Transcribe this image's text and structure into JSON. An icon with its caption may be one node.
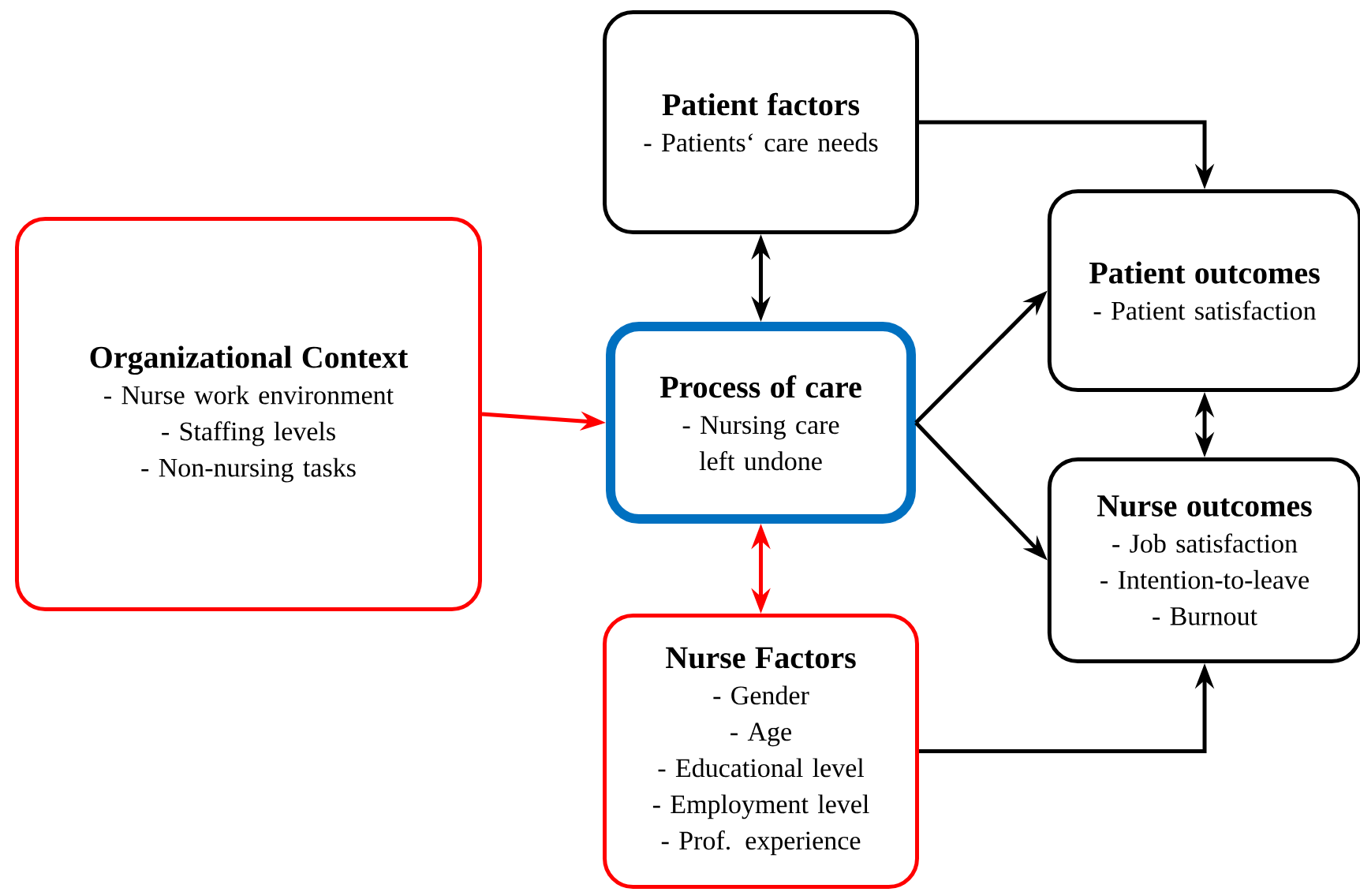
{
  "diagram": {
    "nodes": [
      {
        "text": [
          "Patient factors",
          "- Patients‘ care needs"
        ]
      },
      {
        "text": [
          "Organizational Context",
          "- Nurse work environment",
          "- Staffing levels",
          "- Non-nursing tasks"
        ]
      },
      {
        "text": [
          "Process of care",
          "- Nursing care left undone"
        ]
      },
      {
        "text": [
          "Patient outcomes",
          "- Patient satisfaction"
        ]
      },
      {
        "text": [
          "Nurse outcomes",
          "- Job satisfaction",
          "- Intention-to-leave",
          "- Burnout"
        ]
      },
      {
        "text": [
          "Nurse Factors",
          "- Gender",
          "- Age",
          "- Educational level",
          "- Employment level",
          "- Prof. experience"
        ]
      }
    ],
    "edges": [
      {
        "from": 0,
        "to": 2,
        "arrow": "both"
      },
      {
        "from": 1,
        "to": 2,
        "arrow": "to",
        "color": "#ff0000"
      },
      {
        "from": 2,
        "to": 5,
        "arrow": "both",
        "color": "#ff0000"
      },
      {
        "from": 2,
        "to": 3,
        "arrow": "to"
      },
      {
        "from": 2,
        "to": 4,
        "arrow": "to"
      },
      {
        "from": 3,
        "to": 4,
        "arrow": "both"
      },
      {
        "from": 0,
        "to": 3,
        "arrow": "to"
      },
      {
        "from": 5,
        "to": 4,
        "arrow": "to"
      }
    ]
  }
}
